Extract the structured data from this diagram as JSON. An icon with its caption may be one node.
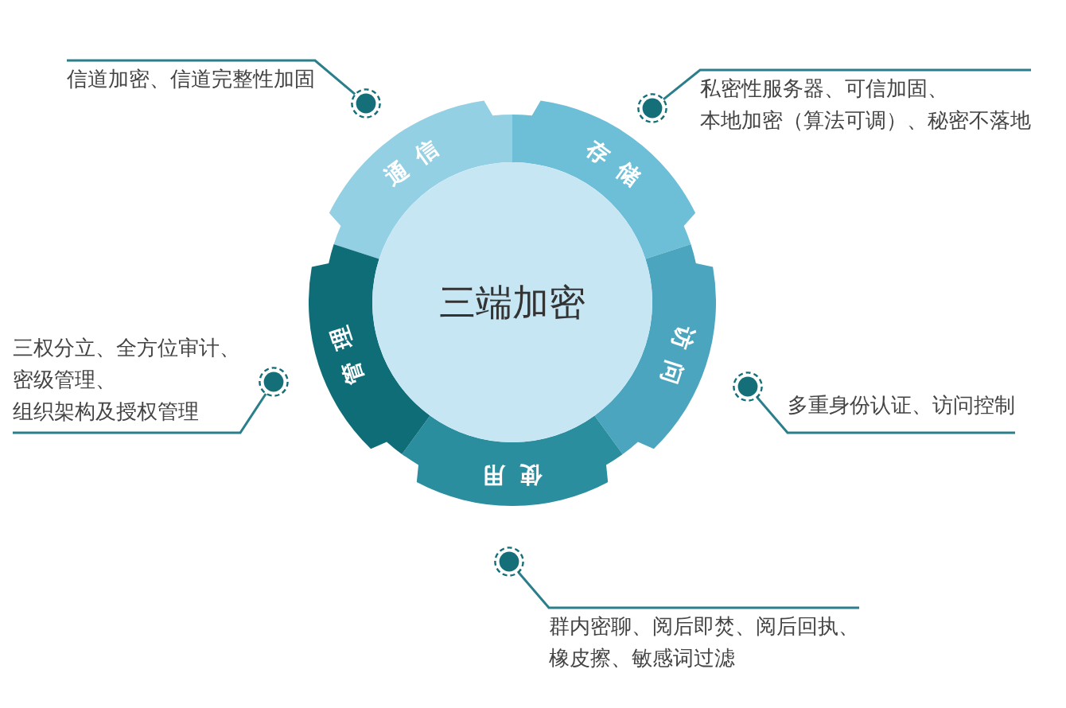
{
  "diagram": {
    "nodes": [
      {
        "text": [
          "三端加密"
        ]
      },
      {
        "text": [
          "通信"
        ]
      },
      {
        "text": [
          "存储"
        ]
      },
      {
        "text": [
          "访问"
        ]
      },
      {
        "text": [
          "使用"
        ]
      },
      {
        "text": [
          "管理"
        ]
      },
      {
        "text": [
          "信道加密、信道完整性加固"
        ]
      },
      {
        "text": [
          "私密性服务器、可信加固、",
          "本地加密（算法可调）、秘密不落地"
        ]
      },
      {
        "text": [
          "三权分立、全方位审计、",
          "密级管理、",
          "组织架构及授权管理"
        ]
      },
      {
        "text": [
          "多重身份认证、访问控制"
        ]
      },
      {
        "text": [
          "群内密聊、阅后即焚、阅后回执、",
          "橡皮擦、敏感词过滤"
        ]
      },
      {
        "text": [],
        "shape": "circle"
      },
      {
        "text": [],
        "shape": "circle"
      },
      {
        "text": [],
        "shape": "circle"
      },
      {
        "text": [],
        "shape": "circle"
      },
      {
        "text": [],
        "shape": "circle"
      }
    ],
    "edges": [
      {
        "from": 6,
        "to": 11,
        "arrow": "none"
      },
      {
        "from": 7,
        "to": 12,
        "arrow": "none"
      },
      {
        "from": 8,
        "to": 13,
        "arrow": "none"
      },
      {
        "from": 9,
        "to": 14,
        "arrow": "none"
      },
      {
        "from": 10,
        "to": 15,
        "arrow": "none"
      }
    ]
  }
}
